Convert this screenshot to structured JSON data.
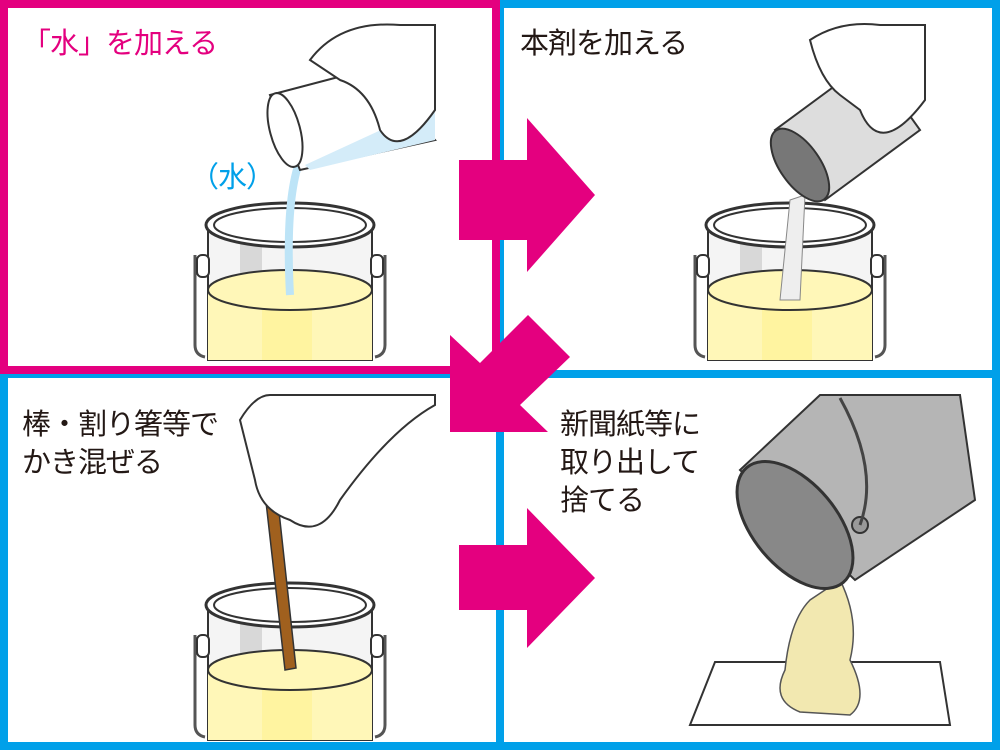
{
  "colors": {
    "accent_pink": "#e4007f",
    "accent_blue": "#00a0e9",
    "liquid": "#fff7b8"
  },
  "steps": [
    {
      "label": "「水」を加える",
      "sub_label": "（水）"
    },
    {
      "label": "本剤を加える"
    },
    {
      "label": "棒・割り箸等で\nかき混ぜる"
    },
    {
      "label": "新聞紙等に\n取り出して\n捨てる"
    }
  ]
}
